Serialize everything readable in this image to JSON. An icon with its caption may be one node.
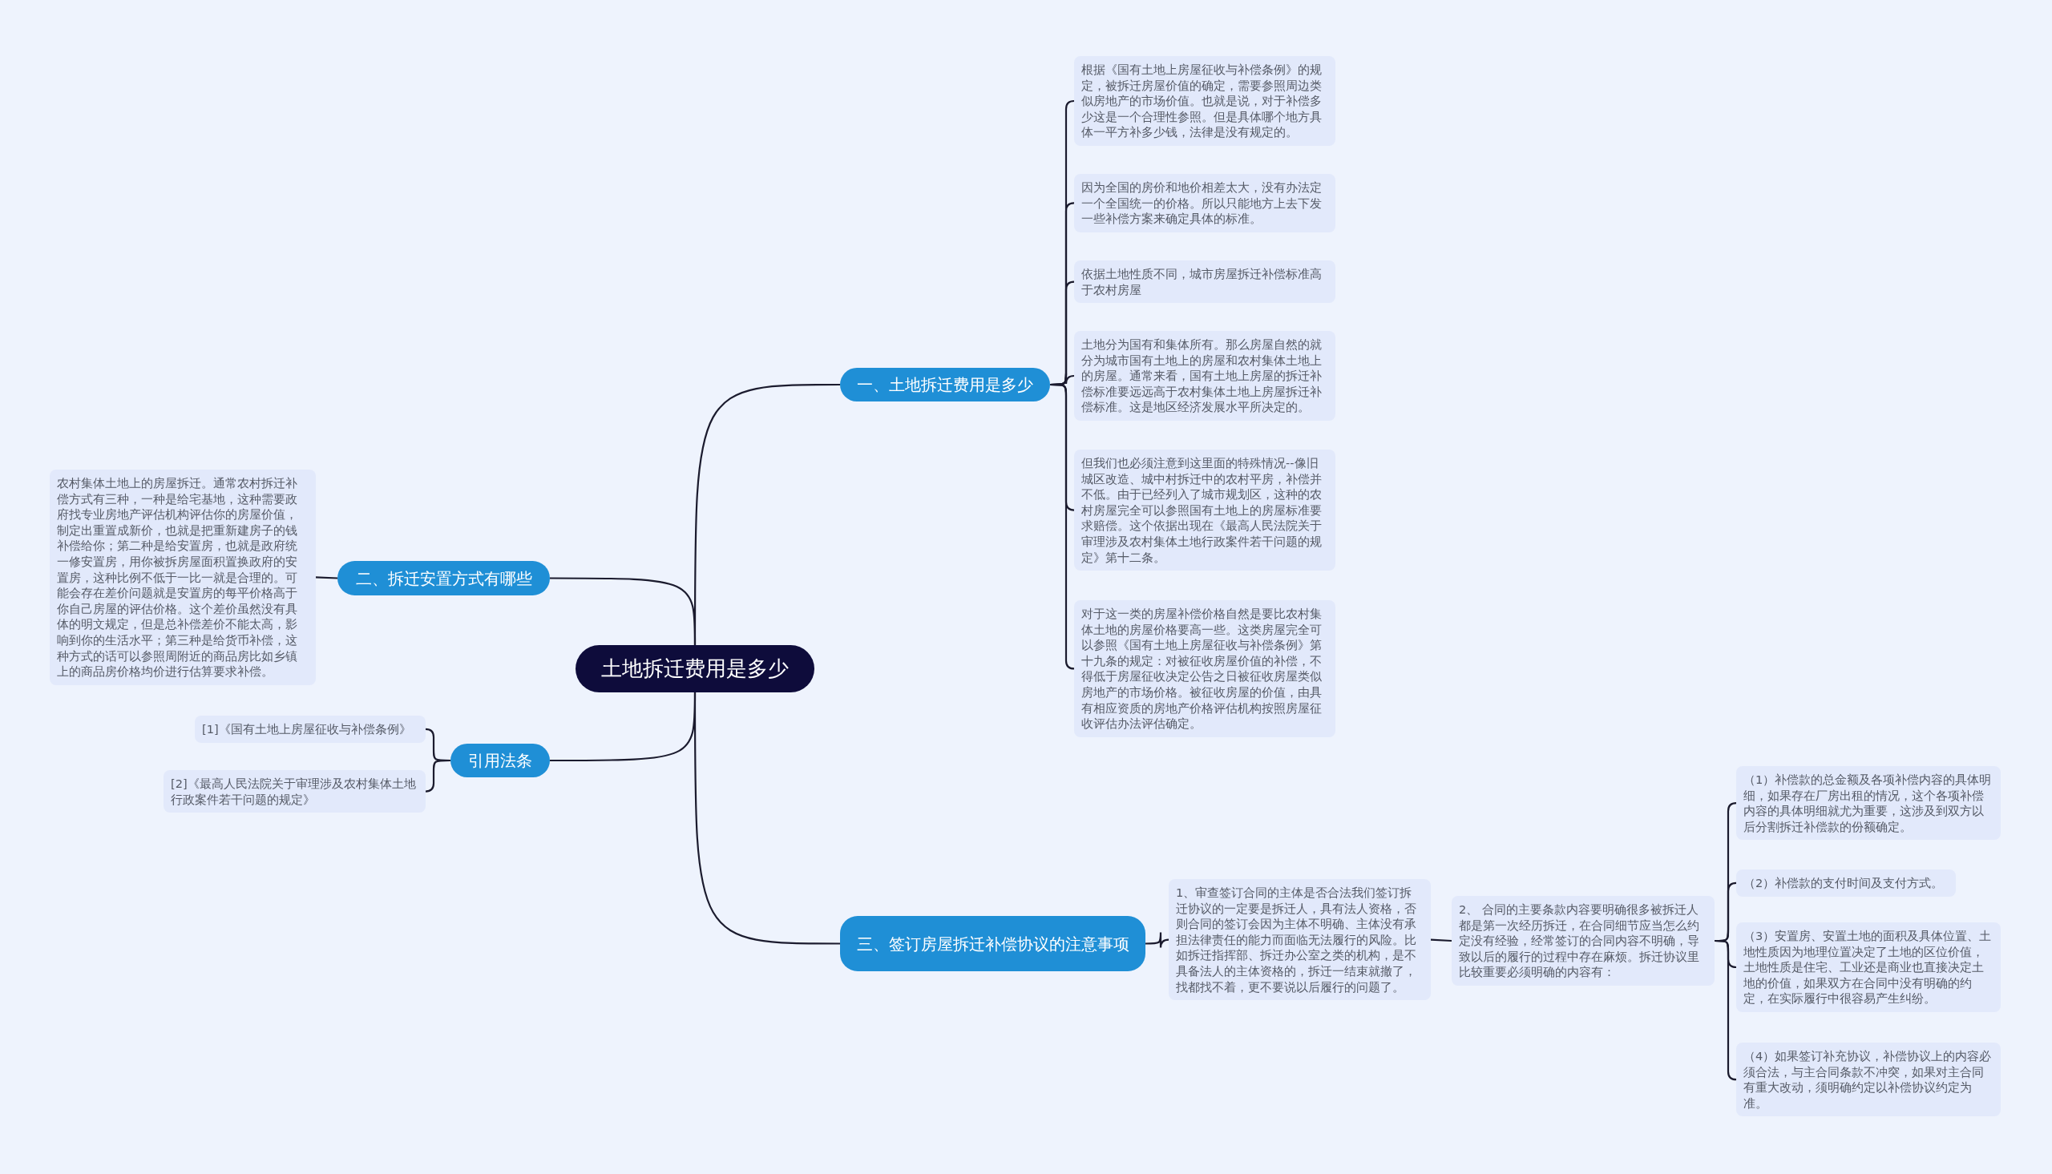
{
  "diagram": {
    "nodes": [
      {
        "text": [
          "土地拆迁费用是多少"
        ]
      },
      {
        "text": [
          "一、土地拆迁费用是多少"
        ]
      },
      {
        "text": [
          "根据《国有土地上房屋征收与补偿条例》的规定，被拆迁房屋价值的确定，需要参照周边类似房地产的市场价值。也就是说，对于补偿多少这是一个合理性参照。但是具体哪个地方具体一平方补多少钱，法律是没有规定的。"
        ]
      },
      {
        "text": [
          "因为全国的房价和地价相差太大，没有办法定一个全国统一的价格。所以只能地方上去下发一些补偿方案来确定具体的标准。"
        ]
      },
      {
        "text": [
          "依据土地性质不同，城市房屋拆迁补偿标准高于农村房屋"
        ]
      },
      {
        "text": [
          "土地分为国有和集体所有。那么房屋自然的就分为城市国有土地上的房屋和农村集体土地上的房屋。通常来看，国有土地上房屋的拆迁补偿标准要远远高于农村集体土地上房屋拆迁补偿标准。这是地区经济发展水平所决定的。"
        ]
      },
      {
        "text": [
          "但我们也必须注意到这里面的特殊情况--像旧城区改造、城中村拆迁中的农村平房，补偿并不低。由于已经列入了城市规划区，这种的农村房屋完全可以参照国有土地上的房屋标准要求赔偿。这个依据出现在《最高人民法院关于审理涉及农村集体土地行政案件若干问题的规定》第十二条。"
        ]
      },
      {
        "text": [
          "对于这一类的房屋补偿价格自然是要比农村集体土地的房屋价格要高一些。这类房屋完全可以参照《国有土地上房屋征收与补偿条例》第十九条的规定：对被征收房屋价值的补偿，不得低于房屋征收决定公告之日被征收房屋类似房地产的市场价格。被征收房屋的价值，由具有相应资质的房地产价格评估机构按照房屋征收评估办法评估确定。"
        ]
      },
      {
        "text": [
          "二、拆迁安置方式有哪些"
        ]
      },
      {
        "text": [
          "农村集体土地上的房屋拆迁。通常农村拆迁补偿方式有三种，一种是给宅基地，这种需要政府找专业房地产评估机构评估你的房屋价值，制定出重置成新价，也就是把重新建房子的钱补偿给你；第二种是给安置房，也就是政府统一修安置房，用你被拆房屋面积置换政府的安置房，这种比例不低于一比一就是合理的。可能会存在差价问题就是安置房的每平价格高于你自己房屋的评估价格。这个差价虽然没有具体的明文规定，但是总补偿差价不能太高，影响到你的生活水平；第三种是给货币补偿，这种方式的话可以参照周附近的商品房比如乡镇上的商品房价格均价进行估算要求补偿。"
        ]
      },
      {
        "text": [
          "引用法条"
        ]
      },
      {
        "text": [
          "[1]《国有土地上房屋征收与补偿条例》"
        ]
      },
      {
        "text": [
          "[2]《最高人民法院关于审理涉及农村集体土地行政案件若干问题的规定》"
        ]
      },
      {
        "text": [
          "三、签订房屋拆迁补偿协议的注意事项"
        ]
      },
      {
        "text": [
          "1、审查签订合同的主体是否合法我们签订拆迁协议的一定要是拆迁人，具有法人资格，否则合同的签订会因为主体不明确、主体没有承担法律责任的能力而面临无法履行的风险。比如拆迁指挥部、拆迁办公室之类的机构，是不具备法人的主体资格的，拆迁一结束就撤了，找都找不着，更不要说以后履行的问题了。"
        ]
      },
      {
        "text": [
          "2、 合同的主要条款内容要明确很多被拆迁人都是第一次经历拆迁，在合同细节应当怎么约定没有经验，经常签订的合同内容不明确，导致以后的履行的过程中存在麻烦。拆迁协议里比较重要必须明确的内容有："
        ]
      },
      {
        "text": [
          "（1）补偿款的总金额及各项补偿内容的具体明细，如果存在厂房出租的情况，这个各项补偿内容的具体明细就尤为重要，这涉及到双方以后分割拆迁补偿款的份额确定。"
        ]
      },
      {
        "text": [
          "（2）补偿款的支付时间及支付方式。"
        ]
      },
      {
        "text": [
          "（3）安置房、安置土地的面积及具体位置、土地性质因为地理位置决定了土地的区位价值，土地性质是住宅、工业还是商业也直接决定土地的价值，如果双方在合同中没有明确的约定，在实际履行中很容易产生纠纷。"
        ]
      },
      {
        "text": [
          "（4）如果签订补充协议，补偿协议上的内容必须合法，与主合同条款不冲突，如果对主合同有重大改动，须明确约定以补偿协议约定为准。"
        ]
      }
    ],
    "edges": [
      {
        "from": 0,
        "to": 1,
        "arrow": "none"
      },
      {
        "from": 1,
        "to": 2,
        "arrow": "none"
      },
      {
        "from": 1,
        "to": 3,
        "arrow": "none"
      },
      {
        "from": 1,
        "to": 4,
        "arrow": "none"
      },
      {
        "from": 1,
        "to": 5,
        "arrow": "none"
      },
      {
        "from": 1,
        "to": 6,
        "arrow": "none"
      },
      {
        "from": 1,
        "to": 7,
        "arrow": "none"
      },
      {
        "from": 0,
        "to": 8,
        "arrow": "none"
      },
      {
        "from": 8,
        "to": 9,
        "arrow": "none"
      },
      {
        "from": 0,
        "to": 10,
        "arrow": "none"
      },
      {
        "from": 10,
        "to": 11,
        "arrow": "none"
      },
      {
        "from": 10,
        "to": 12,
        "arrow": "none"
      },
      {
        "from": 0,
        "to": 13,
        "arrow": "none"
      },
      {
        "from": 13,
        "to": 14,
        "arrow": "none"
      },
      {
        "from": 14,
        "to": 15,
        "arrow": "none"
      },
      {
        "from": 15,
        "to": 16,
        "arrow": "none"
      },
      {
        "from": 15,
        "to": 17,
        "arrow": "none"
      },
      {
        "from": 15,
        "to": 18,
        "arrow": "none"
      },
      {
        "from": 15,
        "to": 19,
        "arrow": "none"
      }
    ]
  }
}
